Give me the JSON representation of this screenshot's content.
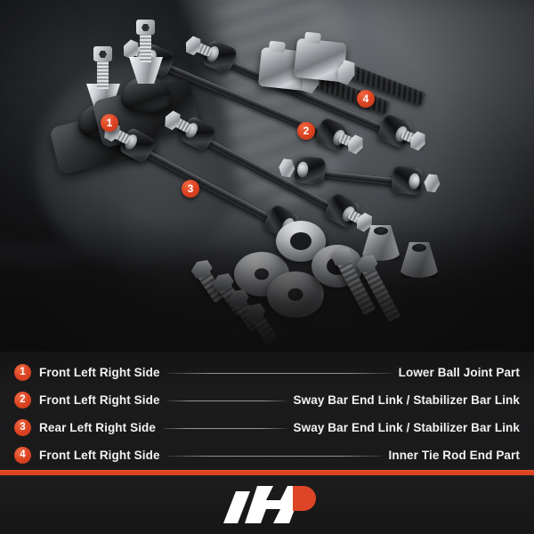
{
  "page": {
    "background_color": "#141414",
    "accent_color": "#dd4526",
    "text_color": "#f2f2f2"
  },
  "photo": {
    "alt": "Automotive suspension repair kit laid out on dark surface",
    "callouts": [
      {
        "id": "1",
        "label": "1"
      },
      {
        "id": "2",
        "label": "2"
      },
      {
        "id": "3",
        "label": "3"
      },
      {
        "id": "4",
        "label": "4"
      }
    ]
  },
  "legend": {
    "rows": [
      {
        "num": "1",
        "position": "Front Left Right Side",
        "part": "Lower Ball Joint Part"
      },
      {
        "num": "2",
        "position": "Front Left Right Side",
        "part": "Sway Bar End Link / Stabilizer Bar Link"
      },
      {
        "num": "3",
        "position": "Rear Left Right Side",
        "part": "Sway Bar End Link / Stabilizer Bar Link"
      },
      {
        "num": "4",
        "position": "Front Left Right Side",
        "part": "Inner Tie Rod End Part"
      }
    ]
  },
  "footer": {
    "logo_name": "a-premium-logo",
    "rule_color": "#dd4526",
    "logo_mark_color": "#ffffff",
    "logo_accent_color": "#dd4526"
  }
}
